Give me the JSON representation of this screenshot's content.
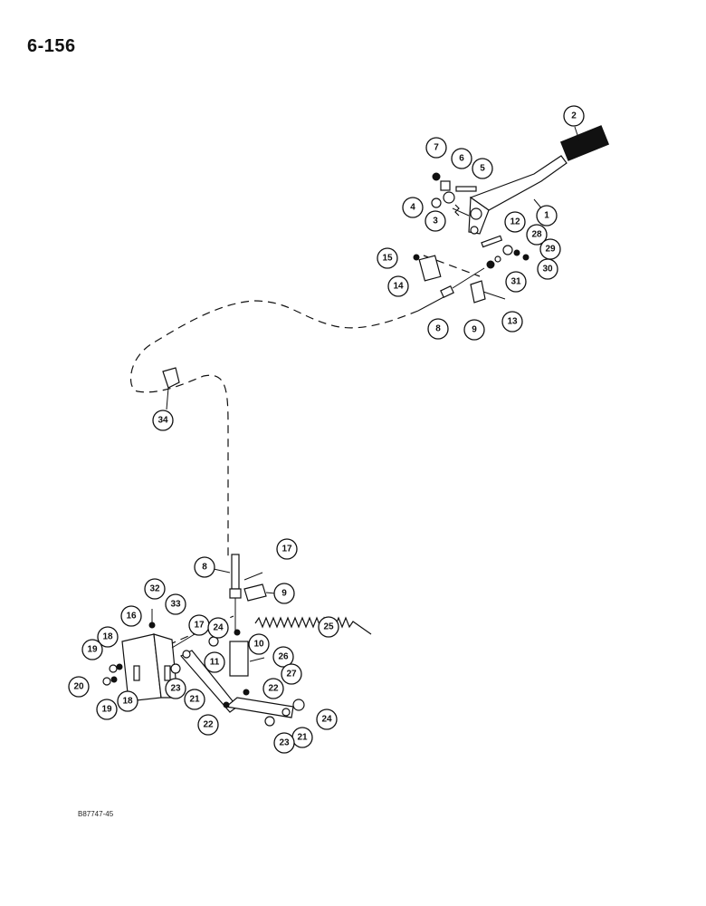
{
  "page_number": "6-156",
  "figure_ref": "B87747-45",
  "callouts": [
    "1",
    "2",
    "3",
    "4",
    "5",
    "6",
    "7",
    "8",
    "9",
    "10",
    "11",
    "12",
    "13",
    "14",
    "15",
    "16",
    "17",
    "18",
    "19",
    "20",
    "21",
    "22",
    "23",
    "24",
    "25",
    "26",
    "27",
    "28",
    "29",
    "30",
    "31",
    "32",
    "33",
    "34"
  ]
}
